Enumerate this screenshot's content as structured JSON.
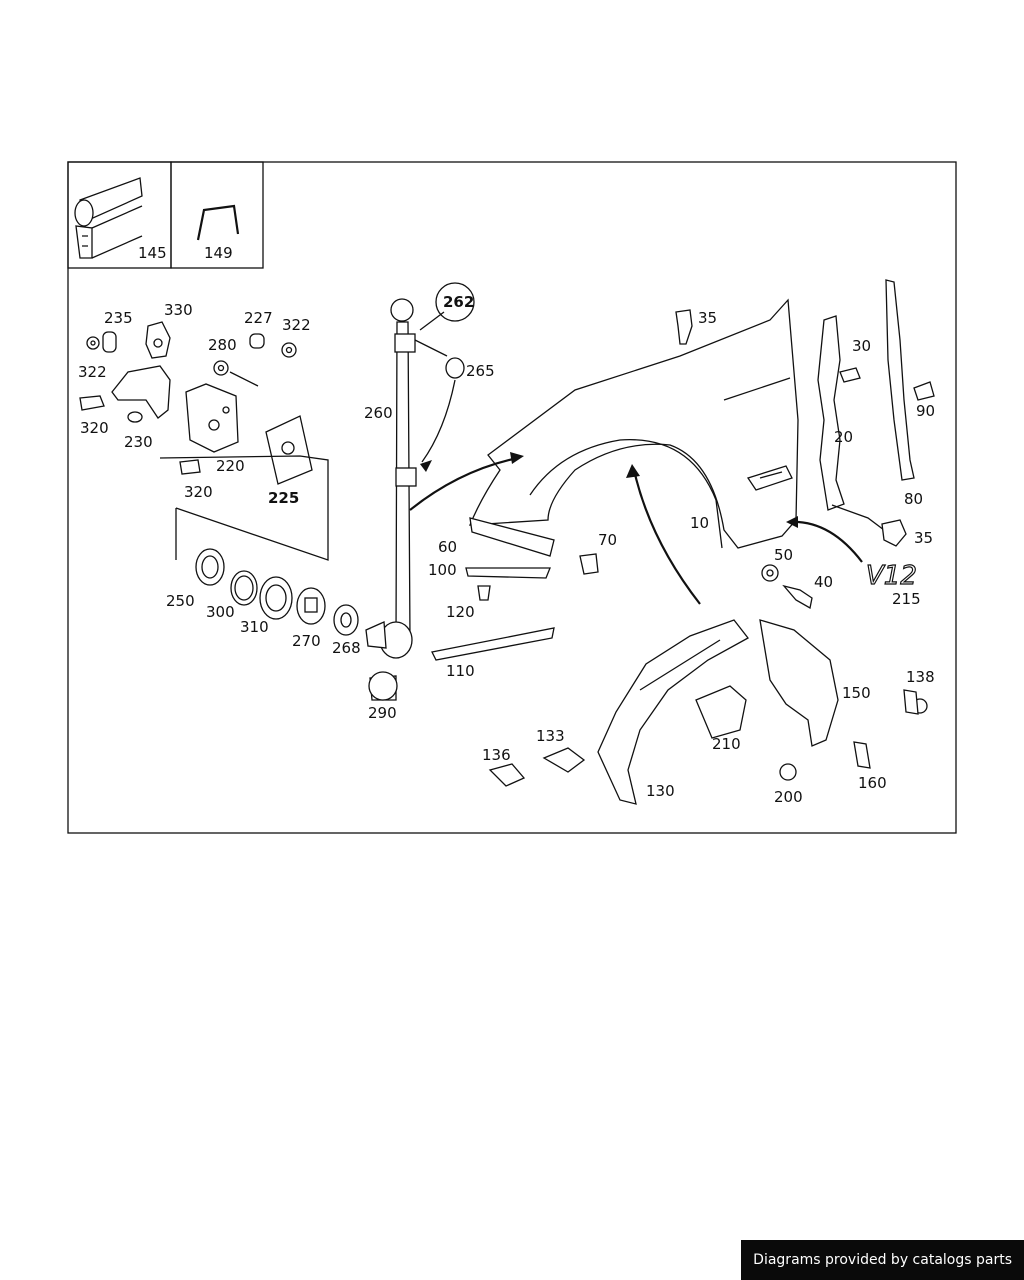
{
  "footer": {
    "text": "Diagrams provided by catalogs parts"
  },
  "inset_labels": {
    "strip": "145",
    "clip": "149"
  },
  "labels": {
    "l262": "262",
    "l265": "265",
    "l260": "260",
    "l235": "235",
    "l330": "330",
    "l227": "227",
    "l322a": "322",
    "l322b": "322",
    "l280": "280",
    "l320a": "320",
    "l230": "230",
    "l220": "220",
    "l320b": "320",
    "l225": "225",
    "l250": "250",
    "l300": "300",
    "l310": "310",
    "l270": "270",
    "l268": "268",
    "l290": "290",
    "l35a": "35",
    "l30": "30",
    "l90": "90",
    "l20": "20",
    "l80": "80",
    "l35b": "35",
    "l10": "10",
    "l60": "60",
    "l100": "100",
    "l70": "70",
    "l120": "120",
    "l110": "110",
    "l50": "50",
    "l40": "40",
    "l215": "215",
    "l138": "138",
    "l150": "150",
    "l210": "210",
    "l136": "136",
    "l133": "133",
    "l130": "130",
    "l200": "200",
    "l160": "160"
  },
  "badge": {
    "text": "V12"
  }
}
